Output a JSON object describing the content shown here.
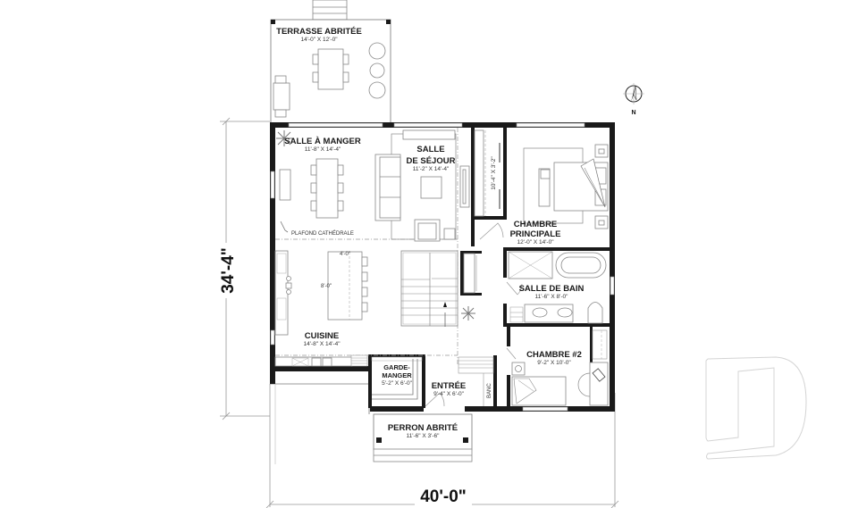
{
  "plan": {
    "overall_width": "40'-0\"",
    "overall_depth": "34'-4\"",
    "north_label": "N"
  },
  "rooms": {
    "terrasse": {
      "name": "TERRASSE ABRITÉE",
      "dim": "14'-0\" X 12'-0\""
    },
    "salle_manger": {
      "name": "SALLE À MANGER",
      "dim": "11'-8\" X 14'-4\""
    },
    "salle_sejour": {
      "name1": "SALLE",
      "name2": "DE SÉJOUR",
      "dim": "11'-2\" X 14'-4\""
    },
    "chambre_principale": {
      "name1": "CHAMBRE",
      "name2": "PRINCIPALE",
      "dim": "12'-0\" X 14'-0\""
    },
    "walk_in": {
      "dim": "10'-4\" X 3'-2\""
    },
    "cuisine": {
      "name": "CUISINE",
      "dim": "14'-8\" X 14'-4\""
    },
    "ilot": {
      "width": "4'-0\"",
      "length": "8'-0\""
    },
    "salle_bain": {
      "name": "SALLE DE BAIN",
      "dim": "11'-6\" X 8'-0\""
    },
    "chambre2": {
      "name": "CHAMBRE #2",
      "dim": "9'-2\" X 10'-0\""
    },
    "garde_manger": {
      "name1": "GARDE-",
      "name2": "MANGER",
      "dim": "5'-2\" X 6'-0\""
    },
    "entree": {
      "name": "ENTRÉE",
      "dim": "9'-4\" X 6'-0\""
    },
    "banc": {
      "name": "BANC"
    },
    "perron": {
      "name": "PERRON ABRITÉ",
      "dim": "11'-6\" X 3'-6\""
    }
  },
  "annotations": {
    "plafond": "PLAFOND CATHÉDRALE"
  }
}
